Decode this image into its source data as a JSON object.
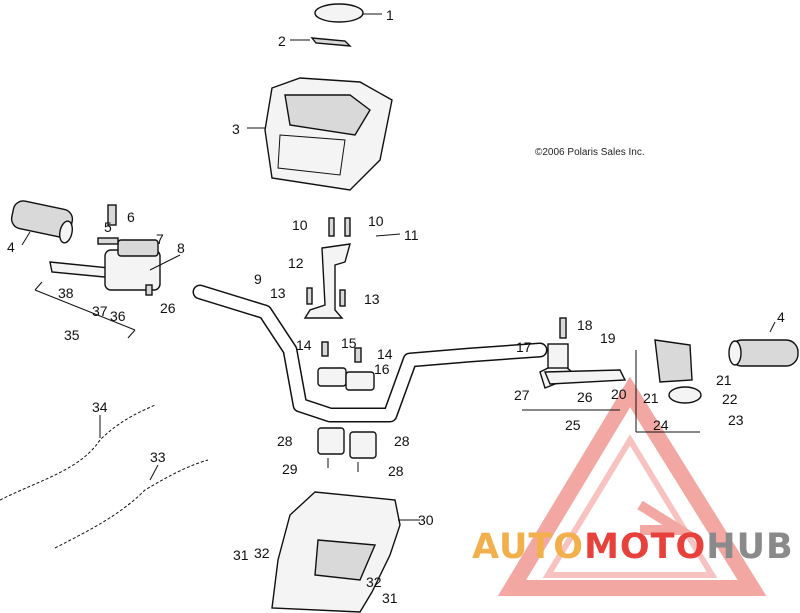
{
  "copyright": "©2006 Polaris Sales Inc.",
  "watermark": {
    "parts": [
      "AUTO",
      "MOTO",
      "HUB"
    ],
    "colors": [
      "#f2b04d",
      "#e8413c",
      "#8a8a8a"
    ]
  },
  "callouts": [
    "1",
    "2",
    "3",
    "4",
    "5",
    "6",
    "7",
    "8",
    "9",
    "10",
    "10",
    "11",
    "12",
    "13",
    "13",
    "14",
    "15",
    "14",
    "16",
    "17",
    "18",
    "19",
    "20",
    "21",
    "21",
    "22",
    "24",
    "23",
    "27",
    "26",
    "25",
    "4",
    "26",
    "37",
    "36",
    "38",
    "35",
    "34",
    "33",
    "28",
    "28",
    "29",
    "28",
    "30",
    "31",
    "32",
    "32",
    "31"
  ]
}
